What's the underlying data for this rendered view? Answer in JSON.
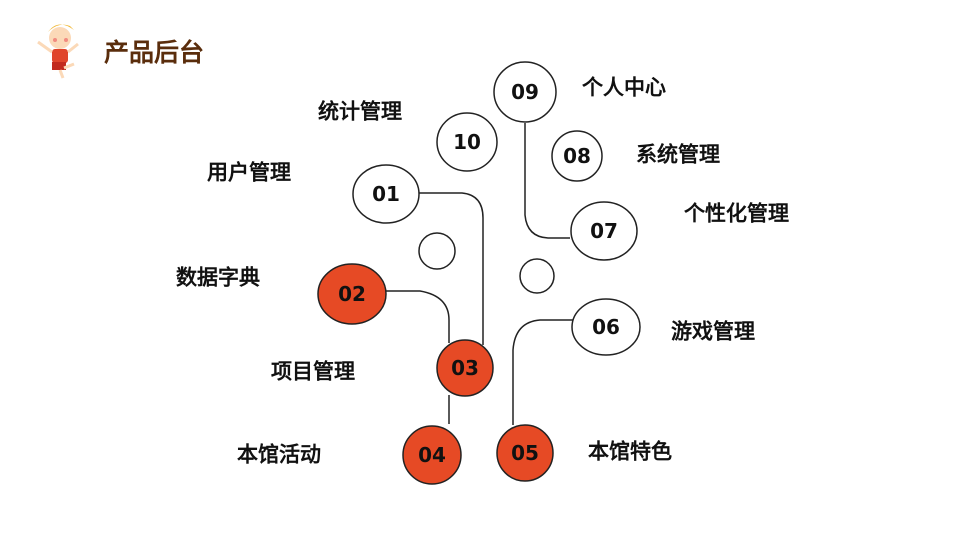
{
  "header": {
    "title": "产品后台",
    "mascot_icon": "cartoon-kid-icon"
  },
  "colors": {
    "accent": "#e64a25",
    "title": "#5a2d0c"
  },
  "nodes": [
    {
      "num": "01",
      "label": "用户管理",
      "filled": false
    },
    {
      "num": "02",
      "label": "数据字典",
      "filled": true
    },
    {
      "num": "03",
      "label": "项目管理",
      "filled": true
    },
    {
      "num": "04",
      "label": "本馆活动",
      "filled": true
    },
    {
      "num": "05",
      "label": "本馆特色",
      "filled": true
    },
    {
      "num": "06",
      "label": "游戏管理",
      "filled": false
    },
    {
      "num": "07",
      "label": "个性化管理",
      "filled": false
    },
    {
      "num": "08",
      "label": "系统管理",
      "filled": false
    },
    {
      "num": "09",
      "label": "个人中心",
      "filled": false
    },
    {
      "num": "10",
      "label": "统计管理",
      "filled": false
    }
  ]
}
